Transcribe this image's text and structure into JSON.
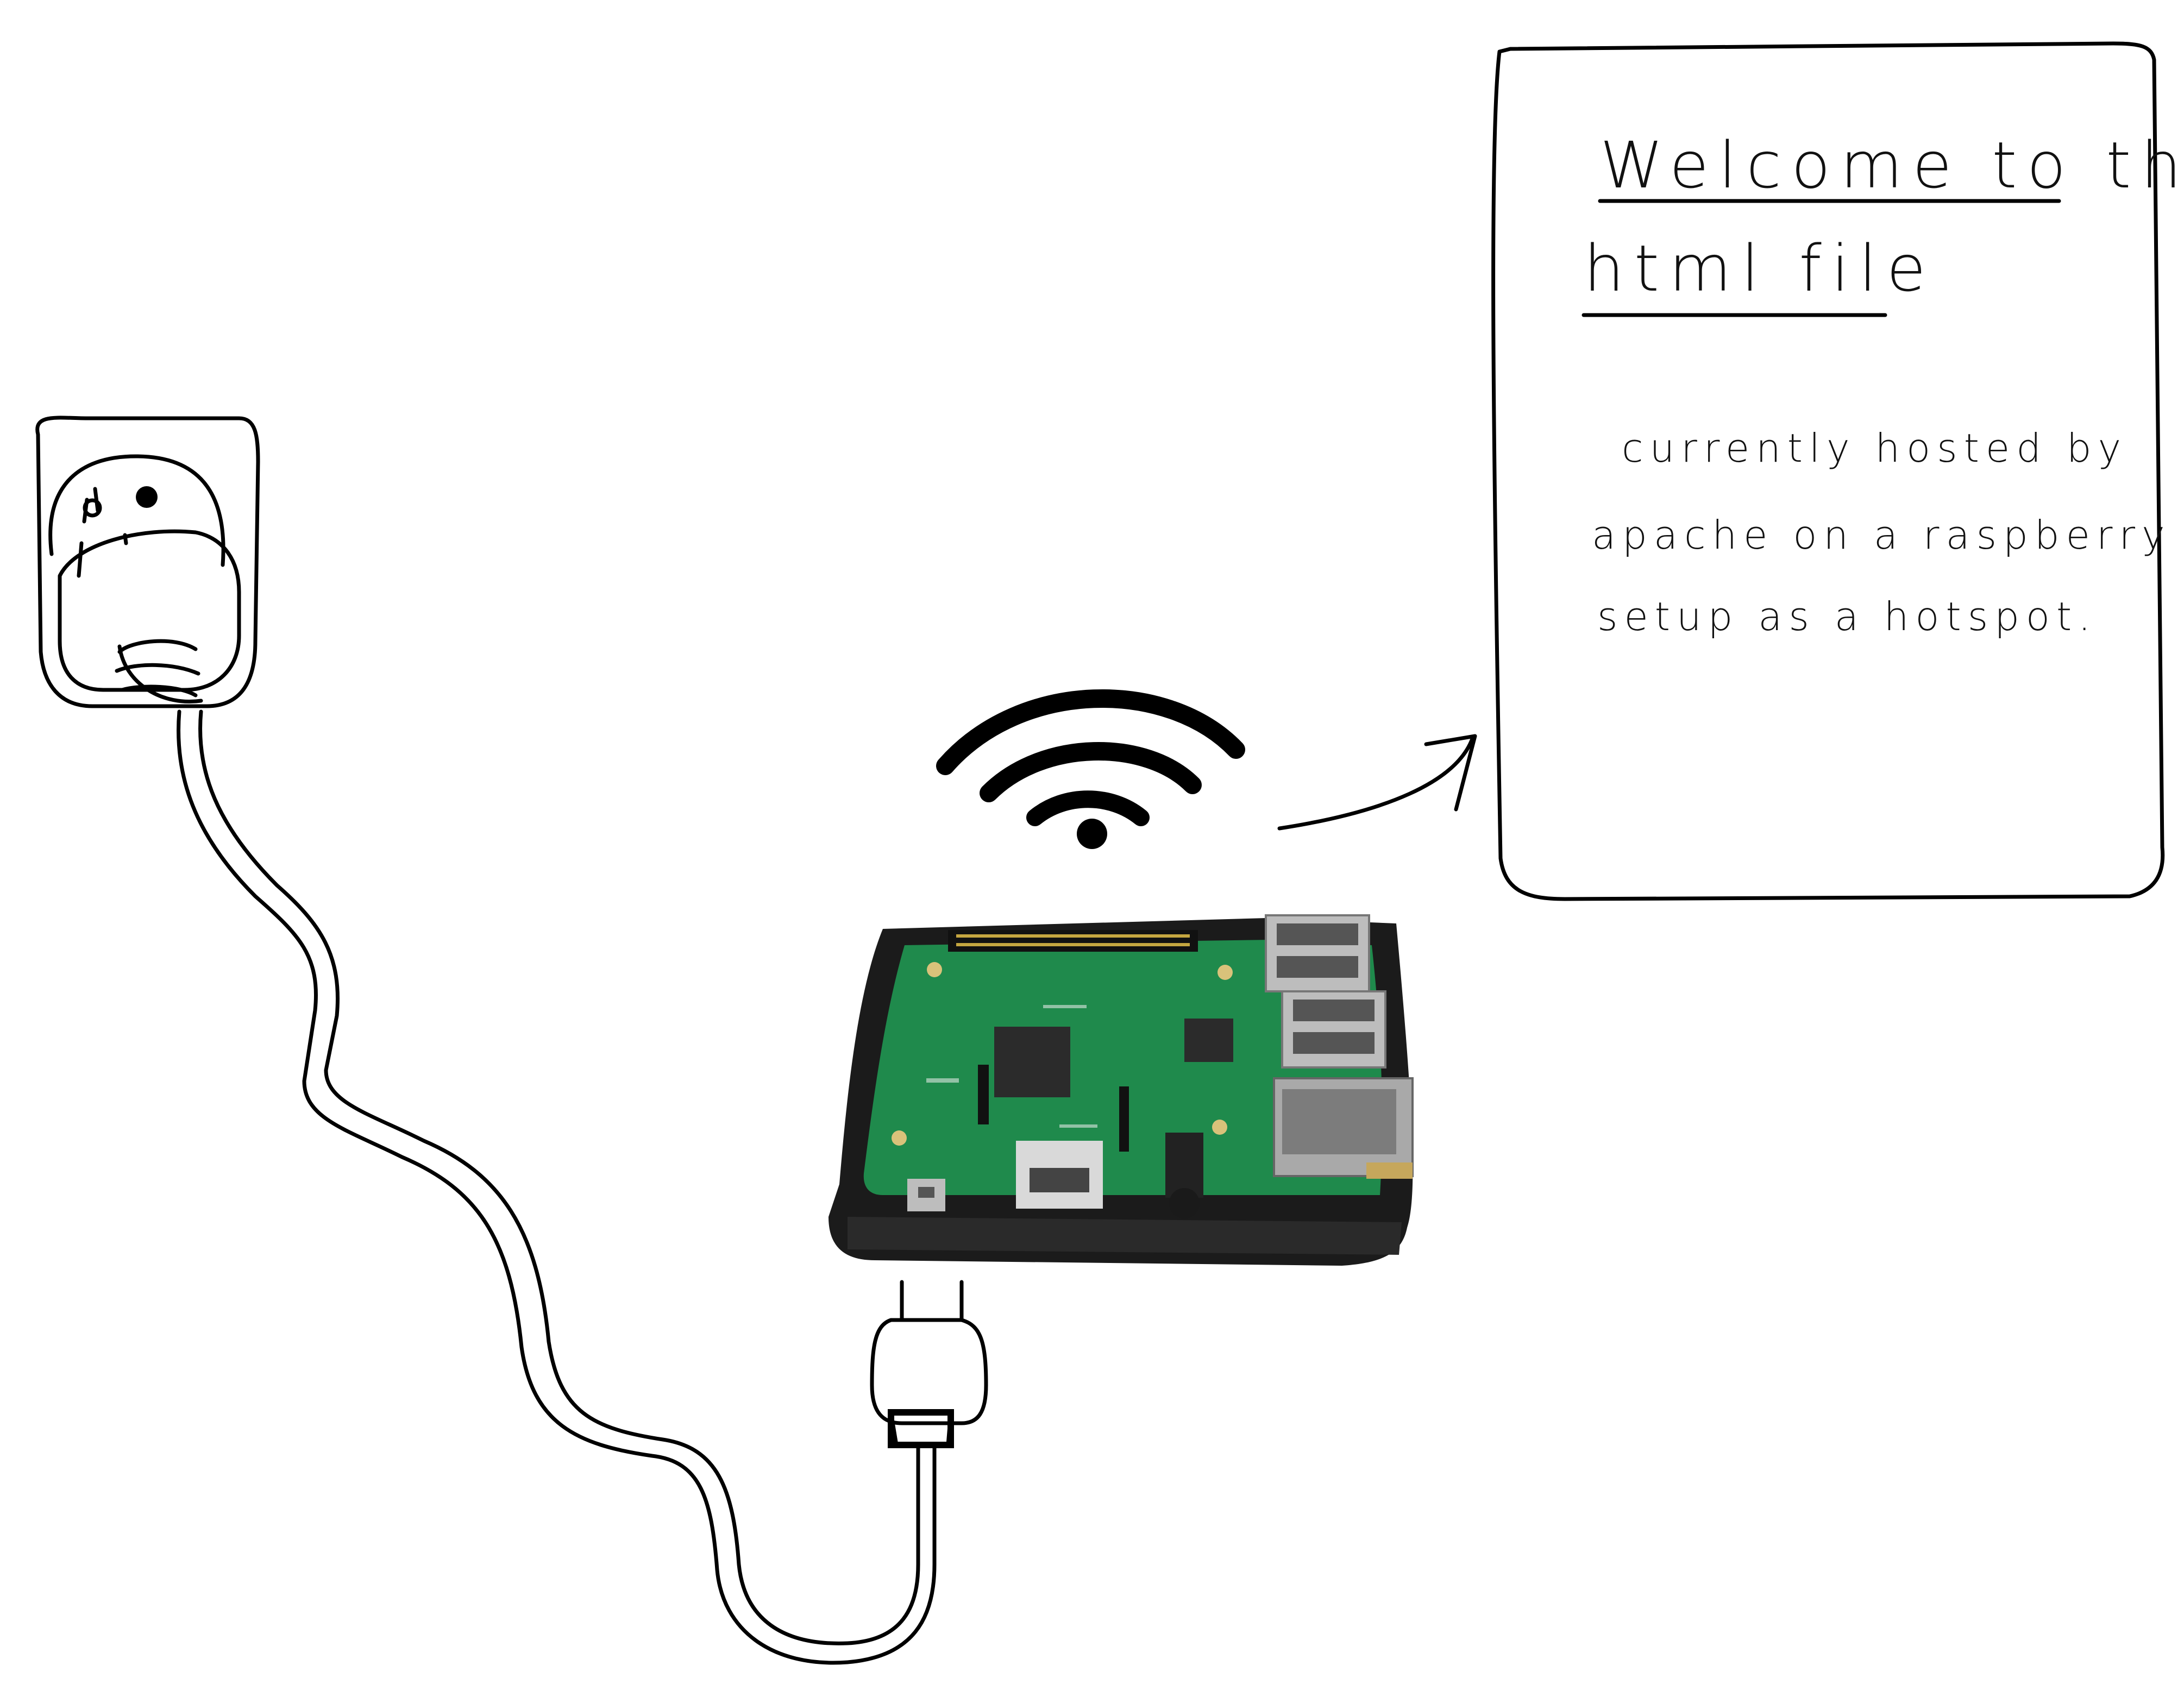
{
  "page": {
    "title_line1": "Welcome to this",
    "title_line2": "html file",
    "body_line1": "currently hosted by",
    "body_line2": "apache on a raspberry Pi",
    "body_line3": "setup as a hotspot."
  },
  "icons": {
    "wifi": "wifi-icon",
    "outlet": "wall-outlet-icon",
    "board": "raspberry-pi-board"
  },
  "colors": {
    "ink": "#000000",
    "pcb": "#1f8a4c",
    "case": "#1b1b1b",
    "metal": "#c9c9c9"
  }
}
